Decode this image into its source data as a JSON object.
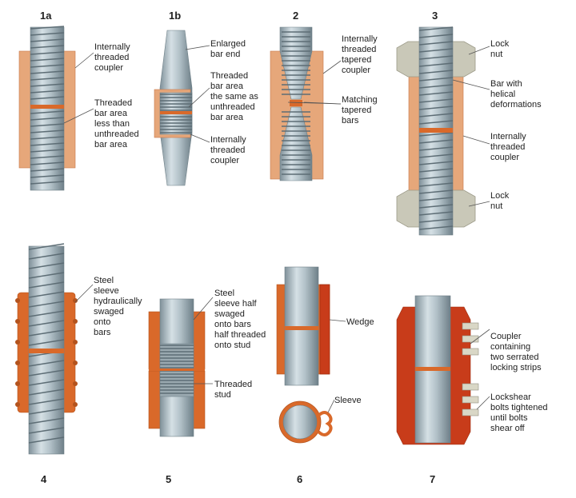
{
  "numbers": {
    "n1a": "1a",
    "n1b": "1b",
    "n2": "2",
    "n3": "3",
    "n4": "4",
    "n5": "5",
    "n6": "6",
    "n7": "7"
  },
  "labels": {
    "l1a_a": [
      "Internally",
      "threaded",
      "coupler"
    ],
    "l1a_b": [
      "Threaded",
      "bar area",
      "less than",
      "unthreaded",
      "bar area"
    ],
    "l1b_a": [
      "Enlarged",
      "bar end"
    ],
    "l1b_b": [
      "Threaded",
      "bar area",
      "the same as",
      "unthreaded",
      "bar area"
    ],
    "l1b_c": [
      "Internally",
      "threaded",
      "coupler"
    ],
    "l2_a": [
      "Internally",
      "threaded",
      "tapered",
      "coupler"
    ],
    "l2_b": [
      "Matching",
      "tapered",
      "bars"
    ],
    "l3_a": [
      "Lock",
      "nut"
    ],
    "l3_b": [
      "Bar with",
      "helical",
      "deformations"
    ],
    "l3_c": [
      "Internally",
      "threaded",
      "coupler"
    ],
    "l3_d": [
      "Lock",
      "nut"
    ],
    "l4_a": [
      "Steel",
      "sleeve",
      "hydraulically",
      "swaged",
      "onto",
      "bars"
    ],
    "l5_a": [
      "Steel",
      "sleeve half",
      "swaged",
      "onto bars",
      "half threaded",
      "onto stud"
    ],
    "l5_b": [
      "Threaded",
      "stud"
    ],
    "l6_a": [
      "Wedge"
    ],
    "l6_b": [
      "Sleeve"
    ],
    "l7_a": [
      "Coupler",
      "containing",
      "two serrated",
      "locking strips"
    ],
    "l7_b": [
      "Lockshear",
      "bolts tightened",
      "until bolts",
      "shear off"
    ]
  },
  "colors": {
    "bar": "#a9b8bf",
    "coupler": "#e6a77a",
    "coupler_dark": "#d9692a",
    "wedge_red": "#c83c1a",
    "lock_nut": "#c9c8b8"
  }
}
